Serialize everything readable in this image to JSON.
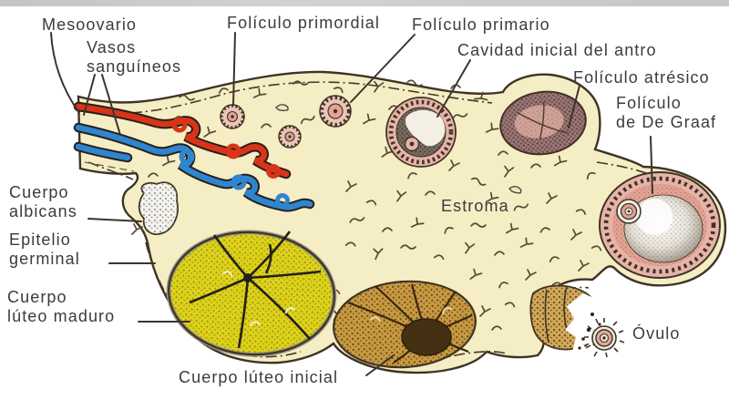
{
  "diagram": {
    "labels": {
      "mesoovario": "Mesoovario",
      "vasos_sanguineos": [
        "Vasos",
        "sanguíneos"
      ],
      "foliculo_primordial": "Folículo primordial",
      "foliculo_primario": "Folículo primario",
      "cavidad_antro": "Cavidad inicial del antro",
      "foliculo_atresico": "Folículo atrésico",
      "foliculo_de_graaf": [
        "Folículo",
        "de De Graaf"
      ],
      "cuerpo_albicans": [
        "Cuerpo",
        "albicans"
      ],
      "epitelio_germinal": [
        "Epitelio",
        "germinal"
      ],
      "cuerpo_luteo_maduro": [
        "Cuerpo",
        "lúteo maduro"
      ],
      "estroma": "Estroma",
      "cuerpo_luteo_inicial": "Cuerpo lúteo inicial",
      "ovulo": "Óvulo"
    },
    "colors": {
      "ovary_fill": "#f5edc4",
      "outline": "#3e3326",
      "artery_red": "#d93418",
      "vein_blue": "#2f85cf",
      "follicle_pink": "#e7b3a8",
      "corpus_luteum_yellow": "#dcd21c",
      "corpus_luteum_initial_tan": "#c79a42",
      "atresic_mauve": "#9b7473",
      "albicans_white": "#f4f2ec",
      "label_text": "#3b3b3b",
      "top_bar": "#c7c7c5"
    }
  }
}
